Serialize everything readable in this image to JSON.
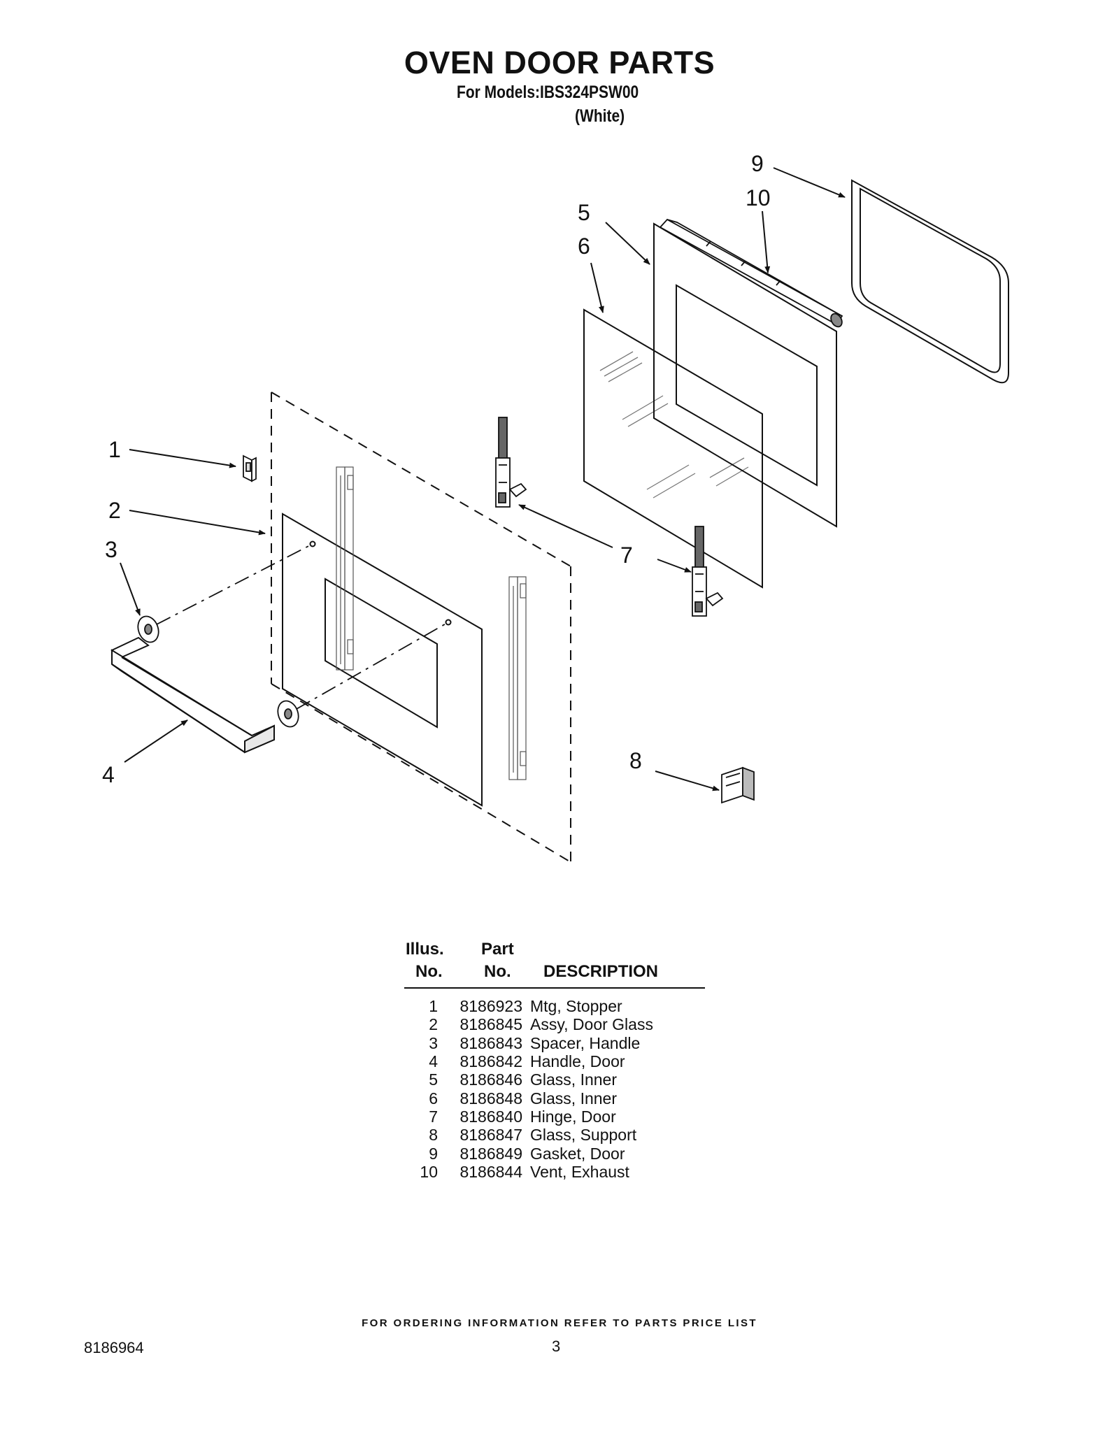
{
  "header": {
    "title": "OVEN DOOR PARTS",
    "models_line": "For Models:IBS324PSW00",
    "variant_line": "(White)"
  },
  "diagram": {
    "callouts": [
      "1",
      "2",
      "3",
      "4",
      "5",
      "6",
      "7",
      "8",
      "9",
      "10"
    ]
  },
  "parts_list": {
    "headers": {
      "illus_top": "Illus.",
      "illus_bottom": "No.",
      "part_top": "Part",
      "part_bottom": "No.",
      "description": "DESCRIPTION"
    },
    "rows": [
      {
        "illus": "1",
        "part": "8186923",
        "description": "Mtg, Stopper"
      },
      {
        "illus": "2",
        "part": "8186845",
        "description": "Assy, Door Glass"
      },
      {
        "illus": "3",
        "part": "8186843",
        "description": "Spacer, Handle"
      },
      {
        "illus": "4",
        "part": "8186842",
        "description": "Handle, Door"
      },
      {
        "illus": "5",
        "part": "8186846",
        "description": "Glass, Inner"
      },
      {
        "illus": "6",
        "part": "8186848",
        "description": "Glass, Inner"
      },
      {
        "illus": "7",
        "part": "8186840",
        "description": "Hinge, Door"
      },
      {
        "illus": "8",
        "part": "8186847",
        "description": "Glass, Support"
      },
      {
        "illus": "9",
        "part": "8186849",
        "description": "Gasket, Door"
      },
      {
        "illus": "10",
        "part": "8186844",
        "description": "Vent, Exhaust"
      }
    ]
  },
  "footer": {
    "ordering_note": "FOR ORDERING INFORMATION REFER TO PARTS PRICE LIST",
    "document_number": "8186964",
    "page_number": "3"
  }
}
